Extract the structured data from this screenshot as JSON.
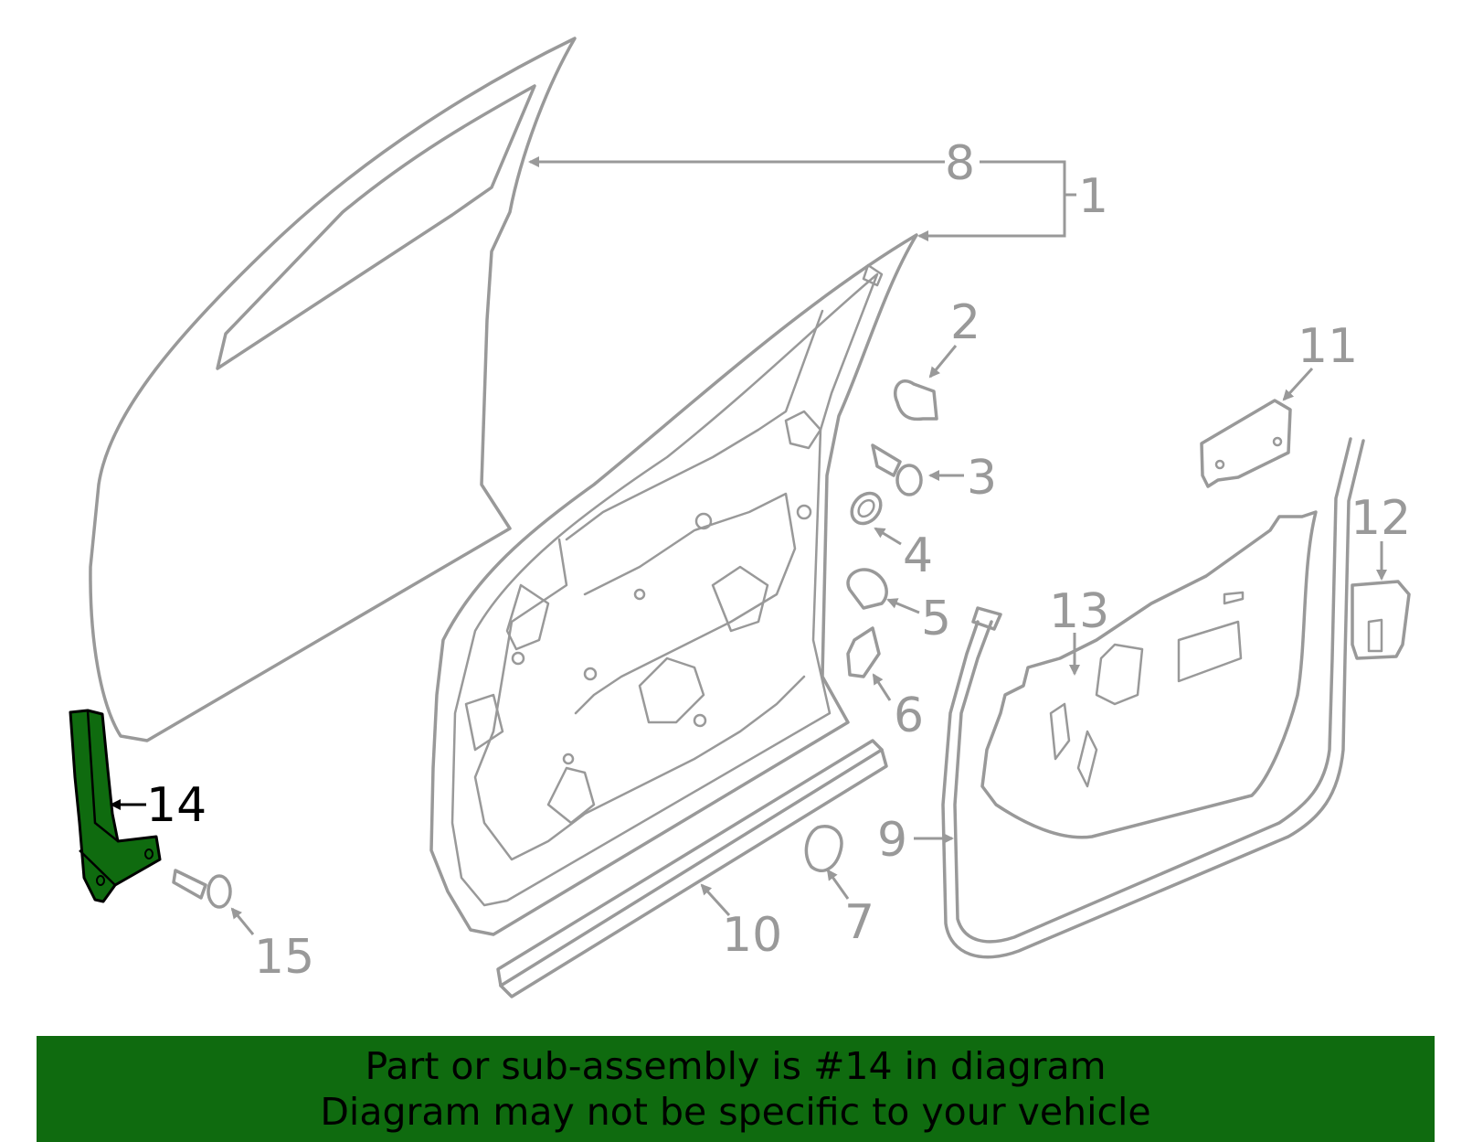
{
  "callouts": {
    "c1": "1",
    "c2": "2",
    "c3": "3",
    "c4": "4",
    "c5": "5",
    "c6": "6",
    "c7": "7",
    "c8": "8",
    "c9": "9",
    "c10": "10",
    "c11": "11",
    "c12": "12",
    "c13": "13",
    "c14": "14",
    "c15": "15"
  },
  "banner": {
    "line1": "Part or sub-assembly is #14 in diagram",
    "line2": "Diagram may not be specific to your vehicle"
  },
  "colors": {
    "highlight": "#0f6b0f",
    "line_art": "#999999",
    "highlight_label": "#000000"
  }
}
